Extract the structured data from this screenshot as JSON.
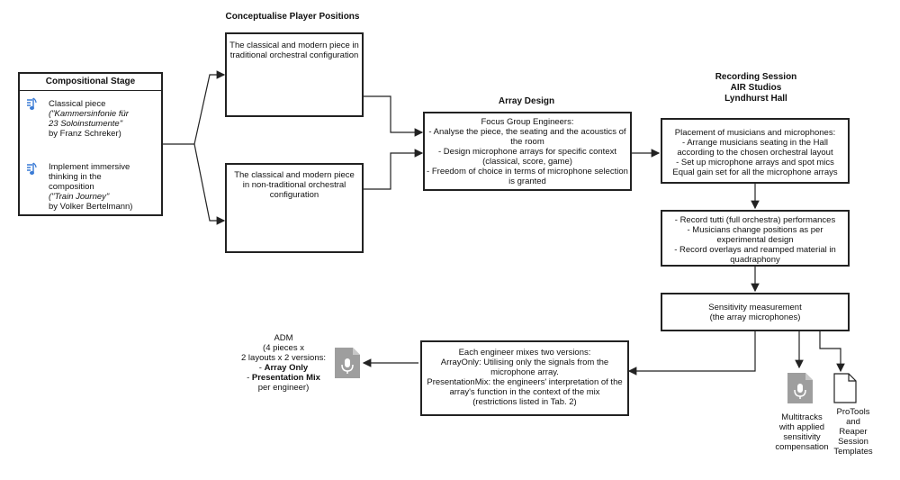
{
  "compositional": {
    "title": "Compositional Stage",
    "item1": [
      "Classical piece",
      "(\"Kammersinfonie für",
      "23 Soloinstumente\"",
      "by Franz Schreker)"
    ],
    "item2": [
      "Implement immersive",
      "thinking in the",
      "composition",
      "(\"Train Journey\"",
      "by Volker Bertelmann)"
    ]
  },
  "player_positions": {
    "title": "Conceptualise Player Positions",
    "box1": [
      "The classical and modern piece in",
      "traditional orchestral configuration"
    ],
    "box2": [
      "The classical and modern piece",
      "in non-traditional orchestral",
      "configuration"
    ]
  },
  "array_design": {
    "title": "Array Design",
    "lines": [
      "Focus Group Engineers:",
      "- Analyse the piece, the seating and the acoustics of",
      "the room",
      "- Design microphone arrays for specific context",
      "(classical, score, game)",
      "- Freedom of choice in terms of microphone selection",
      "is granted"
    ]
  },
  "recording_session": {
    "title": [
      "Recording Session",
      "AIR Studios",
      "Lyndhurst Hall"
    ],
    "placement": [
      "Placement of musicians and microphones:",
      "- Arrange musicians seating in the Hall",
      "according to the chosen orchestral layout",
      "- Set up microphone arrays and spot mics",
      "Equal gain set for all the microphone arrays"
    ],
    "record": [
      "- Record tutti (full orchestra) performances",
      "- Musicians change positions as per",
      "experimental design",
      "- Record overlays and reamped material in",
      "quadraphony"
    ],
    "sensitivity": [
      "Sensitivity measurement",
      "(the array microphones)"
    ]
  },
  "mixes": {
    "lines": [
      "Each engineer mixes two versions:",
      "ArrayOnly: Utilising only the signals from the",
      "microphone array.",
      "PresentationMix: the engineers' interpretation of the",
      "array's function in the context of the mix",
      "(restrictions listed in Tab. 2)"
    ]
  },
  "adm": {
    "l1": "ADM",
    "l2": "(4 pieces x",
    "l3": "2 layouts x 2 versions:",
    "l4_prefix": "- ",
    "l4_bold": "Array Only",
    "l5_prefix": "- ",
    "l5_bold": "Presentation Mix",
    "l6": "per engineer)"
  },
  "outputs": {
    "multitracks": [
      "Multitracks",
      "with applied",
      "sensitivity",
      "compensation"
    ],
    "templates": [
      "ProTools",
      "and",
      "Reaper",
      "Session",
      "Templates"
    ]
  },
  "icons": {
    "audio_file": "audio-file-icon",
    "document": "document-icon",
    "music_note": "music-note-icon"
  },
  "colors": {
    "icon_blue": "#3a7bd5",
    "icon_gray": "#9e9e9e",
    "stroke": "#222222"
  }
}
